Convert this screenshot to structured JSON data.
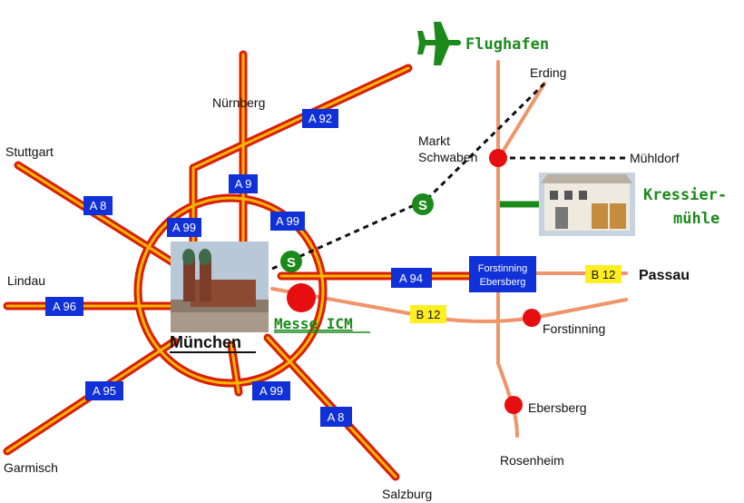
{
  "colors": {
    "motorway_outer": "#d81e05",
    "motorway_inner": "#f5b800",
    "road_orange": "#f0946a",
    "shield_blue": "#1030d8",
    "shield_yellow": "#ffee22",
    "town_red": "#e60e0e",
    "green": "#1b8a1b"
  },
  "places": {
    "stuttgart": "Stuttgart",
    "lindau": "Lindau",
    "garmisch": "Garmisch",
    "nurnberg": "Nürnberg",
    "salzburg": "Salzburg",
    "erding": "Erding",
    "markt_schwaben_1": "Markt",
    "markt_schwaben_2": "Schwaben",
    "muhldorf": "Mühldorf",
    "passau": "Passau",
    "forstinning": "Forstinning",
    "ebersberg": "Ebersberg",
    "rosenheim": "Rosenheim"
  },
  "munich": "München",
  "airport": {
    "label": "Flughafen",
    "icon": "airplane-icon"
  },
  "messe": "Messe ICM",
  "kressier": {
    "line1": "Kressier-",
    "line2": "mühle"
  },
  "sbahn": "S",
  "forstinning_ebersberg_sign": {
    "line1": "Forstinning",
    "line2": "Ebersberg"
  },
  "shields": {
    "a92": "A 92",
    "a9": "A 9",
    "a8_nw": "A 8",
    "a99_nw": "A 99",
    "a99_ne": "A 99",
    "a96": "A 96",
    "a94": "A 94",
    "a95": "A 95",
    "a99_s": "A 99",
    "a8_se": "A 8",
    "b12_e": "B 12",
    "b12_s": "B 12"
  }
}
